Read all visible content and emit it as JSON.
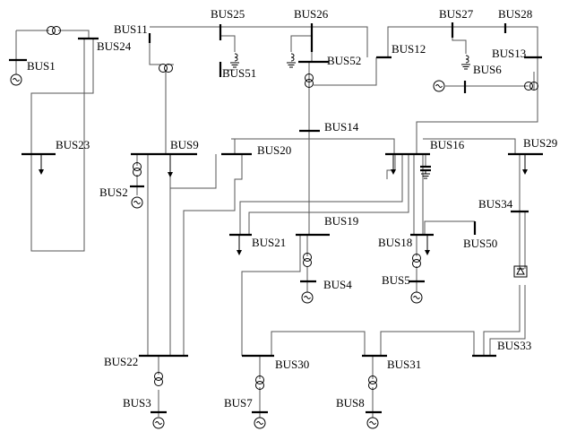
{
  "diagram": {
    "buses": [
      {
        "id": "BUS1"
      },
      {
        "id": "BUS2"
      },
      {
        "id": "BUS3"
      },
      {
        "id": "BUS4"
      },
      {
        "id": "BUS5"
      },
      {
        "id": "BUS6"
      },
      {
        "id": "BUS7"
      },
      {
        "id": "BUS8"
      },
      {
        "id": "BUS9"
      },
      {
        "id": "BUS11"
      },
      {
        "id": "BUS12"
      },
      {
        "id": "BUS13"
      },
      {
        "id": "BUS14"
      },
      {
        "id": "BUS16"
      },
      {
        "id": "BUS18"
      },
      {
        "id": "BUS19"
      },
      {
        "id": "BUS20"
      },
      {
        "id": "BUS21"
      },
      {
        "id": "BUS22"
      },
      {
        "id": "BUS23"
      },
      {
        "id": "BUS24"
      },
      {
        "id": "BUS25"
      },
      {
        "id": "BUS26"
      },
      {
        "id": "BUS27"
      },
      {
        "id": "BUS28"
      },
      {
        "id": "BUS29"
      },
      {
        "id": "BUS30"
      },
      {
        "id": "BUS31"
      },
      {
        "id": "BUS33"
      },
      {
        "id": "BUS34"
      },
      {
        "id": "BUS50"
      },
      {
        "id": "BUS51"
      },
      {
        "id": "BUS52"
      }
    ],
    "generator_buses": [
      "BUS1",
      "BUS2",
      "BUS3",
      "BUS4",
      "BUS5",
      "BUS6",
      "BUS7",
      "BUS8"
    ],
    "load_buses": [
      "BUS9",
      "BUS16",
      "BUS18",
      "BUS21",
      "BUS23",
      "BUS29"
    ],
    "grounded_buses": [
      "BUS51",
      "BUS52",
      "BUS6",
      "BUS16"
    ]
  }
}
